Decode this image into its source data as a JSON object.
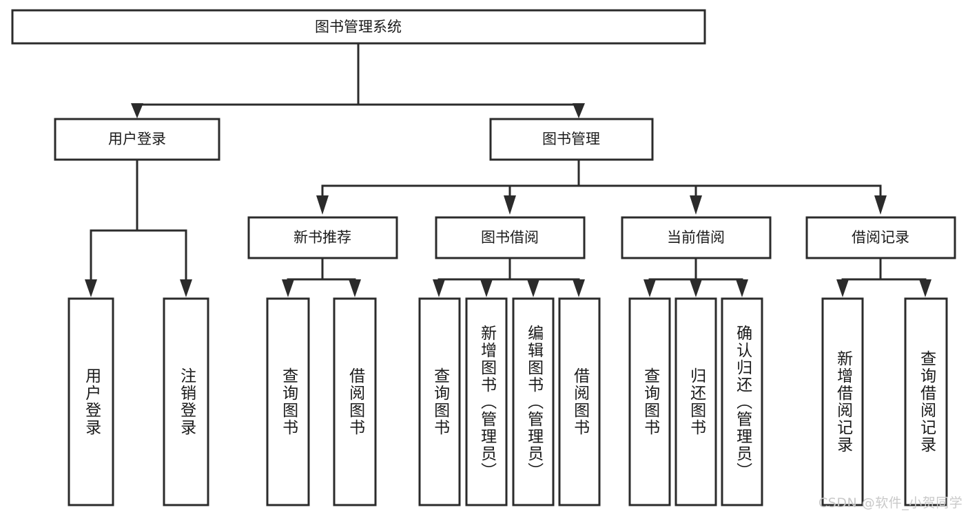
{
  "diagram": {
    "title": "图书管理系统",
    "type": "tree-hierarchy",
    "orientation": "top-down",
    "background_color": "#ffffff",
    "line_color": "#2b2b2b",
    "text_color": "#1a1a1a",
    "watermark": "CSDN @软件_小贺同学",
    "watermark_color": "#c9c9c9"
  },
  "nodes": {
    "root": {
      "label": "图书管理系统",
      "level": 1,
      "orientation": "horizontal"
    },
    "l2": [
      {
        "id": "user-login",
        "label": "用户登录",
        "level": 2,
        "orientation": "horizontal"
      },
      {
        "id": "book-manage",
        "label": "图书管理",
        "level": 2,
        "orientation": "horizontal"
      }
    ],
    "l3": [
      {
        "id": "new-book-recommend",
        "label": "新书推荐",
        "level": 3,
        "orientation": "horizontal",
        "parent": "book-manage"
      },
      {
        "id": "book-borrow",
        "label": "图书借阅",
        "level": 3,
        "orientation": "horizontal",
        "parent": "book-manage"
      },
      {
        "id": "current-borrow",
        "label": "当前借阅",
        "level": 3,
        "orientation": "horizontal",
        "parent": "book-manage"
      },
      {
        "id": "borrow-record",
        "label": "借阅记录",
        "level": 3,
        "orientation": "horizontal",
        "parent": "book-manage"
      }
    ],
    "leaves": [
      {
        "id": "leaf-user-login",
        "label": "用户登录",
        "parent": "user-login",
        "orientation": "vertical"
      },
      {
        "id": "leaf-user-logout",
        "label": "注销登录",
        "parent": "user-login",
        "orientation": "vertical"
      },
      {
        "id": "leaf-query-book-1",
        "label": "查询图书",
        "parent": "new-book-recommend",
        "orientation": "vertical"
      },
      {
        "id": "leaf-borrow-book-1",
        "label": "借阅图书",
        "parent": "new-book-recommend",
        "orientation": "vertical"
      },
      {
        "id": "leaf-query-book-2",
        "label": "查询图书",
        "parent": "book-borrow",
        "orientation": "vertical"
      },
      {
        "id": "leaf-add-book",
        "label": "新增图书（管理员）",
        "parent": "book-borrow",
        "orientation": "vertical"
      },
      {
        "id": "leaf-edit-book",
        "label": "编辑图书（管理员）",
        "parent": "book-borrow",
        "orientation": "vertical"
      },
      {
        "id": "leaf-borrow-book-2",
        "label": "借阅图书",
        "parent": "book-borrow",
        "orientation": "vertical"
      },
      {
        "id": "leaf-query-book-3",
        "label": "查询图书",
        "parent": "current-borrow",
        "orientation": "vertical"
      },
      {
        "id": "leaf-return-book",
        "label": "归还图书",
        "parent": "current-borrow",
        "orientation": "vertical"
      },
      {
        "id": "leaf-confirm-return",
        "label": "确认归还（管理员）",
        "parent": "current-borrow",
        "orientation": "vertical"
      },
      {
        "id": "leaf-add-record",
        "label": "新增借阅记录",
        "parent": "borrow-record",
        "orientation": "vertical"
      },
      {
        "id": "leaf-query-record",
        "label": "查询借阅记录",
        "parent": "borrow-record",
        "orientation": "vertical"
      }
    ]
  }
}
